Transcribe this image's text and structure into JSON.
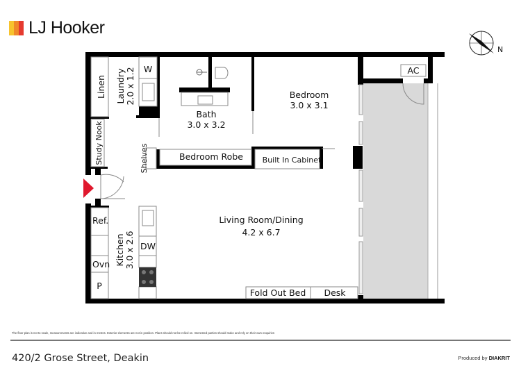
{
  "brand": {
    "name": "LJ Hooker",
    "colors": [
      "#f7c32e",
      "#f0892a",
      "#e53a2f"
    ]
  },
  "compass": {
    "north_label": "N"
  },
  "rooms": {
    "linen": "Linen",
    "laundry": "Laundry",
    "laundry_size": "2.0 x 1.2",
    "washer": "W",
    "study_nook": "Study Nook",
    "bath": "Bath",
    "bath_size": "3.0 x 3.2",
    "bedroom": "Bedroom",
    "bedroom_size": "3.0 x 3.1",
    "ac": "AC",
    "shelves": "Shelves",
    "bedroom_robe": "Bedroom Robe",
    "built_in_cabinet": "Built In Cabinet",
    "living": "Living Room/Dining",
    "living_size": "4.2 x 6.7",
    "kitchen": "Kitchen",
    "kitchen_size": "3.0 x 2.6",
    "fridge": "Ref.",
    "oven": "Ovn",
    "pantry": "P",
    "dishwasher": "DW",
    "fold_out_bed": "Fold Out Bed",
    "desk": "Desk"
  },
  "colors": {
    "wall": "#000000",
    "balcony": "#d9d9d9",
    "entry_marker": "#e0182d"
  },
  "footer": {
    "disclaimer": "The floor plan is not to scale, measurements are indicative and in metres. Exterior elements are not in position. Plans should not be relied on. Interested parties should make and rely on their own enquiries",
    "address": "420/2 Grose Street, Deakin",
    "produced_by": "Produced by",
    "producer": "DIAKRIT"
  }
}
